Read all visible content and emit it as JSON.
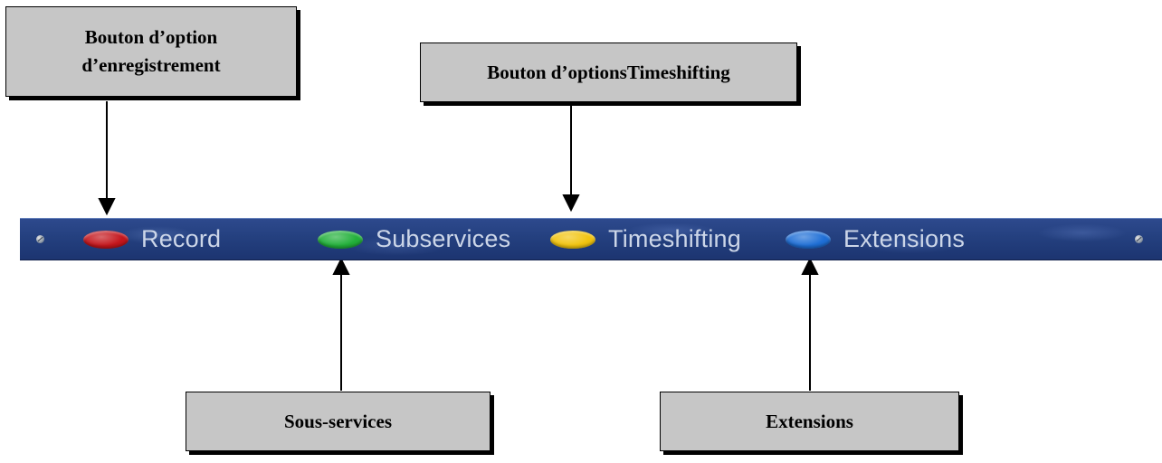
{
  "callouts": {
    "record": "Bouton d’option\nd’enregistrement",
    "timeshifting": "Bouton d’optionsTimeshifting",
    "subservices": "Sous-services",
    "extensions": "Extensions"
  },
  "toolbar": {
    "buttons": [
      {
        "label": "Record",
        "color": "#c4161c"
      },
      {
        "label": "Subservices",
        "color": "#22b03a"
      },
      {
        "label": "Timeshifting",
        "color": "#f2c40f"
      },
      {
        "label": "Extensions",
        "color": "#1f6fd6"
      }
    ]
  },
  "colors": {
    "bar": "#24407f",
    "callout_fill": "#c6c6c6",
    "label_text": "#ccd6e8"
  }
}
